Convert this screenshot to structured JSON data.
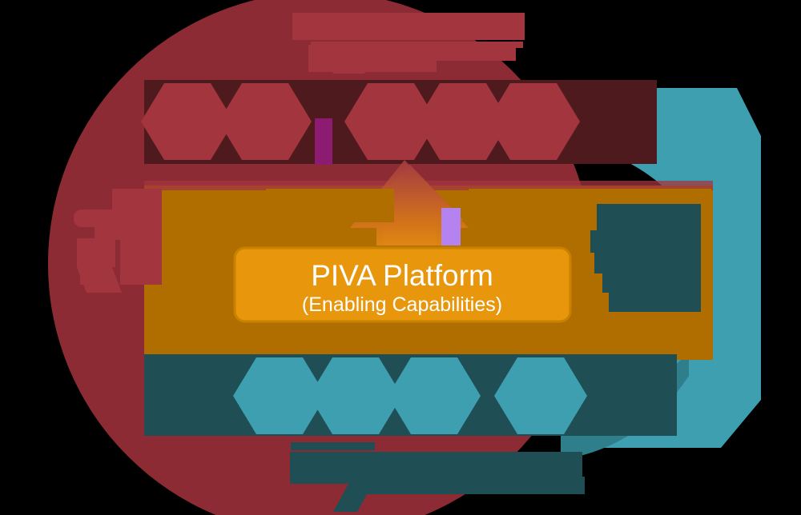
{
  "diagram": {
    "type": "layered-capability-diagram",
    "background_color": "#000000",
    "center_box": {
      "title": "PIVA Platform",
      "subtitle": "(Enabling Capabilities)",
      "fill": "#E8960C",
      "border": "#B06E00",
      "text_color": "#FFFFFF"
    },
    "top_band": {
      "band_fill": "#4E1A1D",
      "hex_fill": "#A3353F",
      "hexagon_count": 5,
      "accent_marker_fill": "#8E1B72"
    },
    "bottom_band": {
      "band_fill": "#1F4E55",
      "hex_fill": "#3E9FB0",
      "hexagon_count": 4
    },
    "middle_band": {
      "band_fill": "#B06E00",
      "arrow_fill_bottom": "#EE9A0C",
      "arrow_fill_top": "#A33A43",
      "accent_marker_fill": "#B583F0"
    },
    "left_disc": {
      "fill": "#A3353F",
      "overlay_fill": "#8D2B34"
    },
    "right_arc": {
      "fill": "#3E9FB0",
      "inner_fill": "#2E7E8C"
    },
    "labels": {
      "top_label_line1": "",
      "top_label_line2": "",
      "bottom_label_line1": "",
      "bottom_label_line2": "",
      "left_label": "",
      "right_label": "",
      "middle_label": ""
    }
  }
}
